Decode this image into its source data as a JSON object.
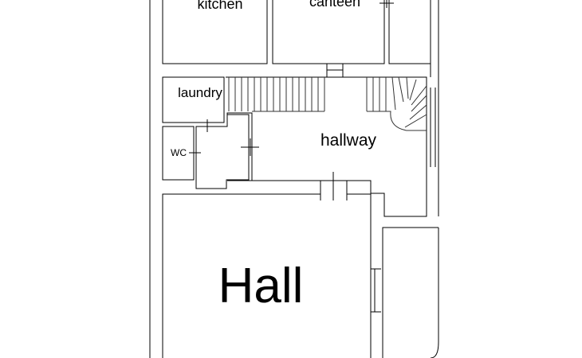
{
  "floor_plan": {
    "rooms": {
      "kitchen": "kitchen",
      "canteen": "canteen",
      "laundry": "laundry",
      "wc": "WC",
      "hallway": "hallway",
      "hall": "Hall"
    },
    "colors": {
      "background": "#ffffff",
      "walls": "#000000",
      "thin_lines": "#333333"
    }
  }
}
